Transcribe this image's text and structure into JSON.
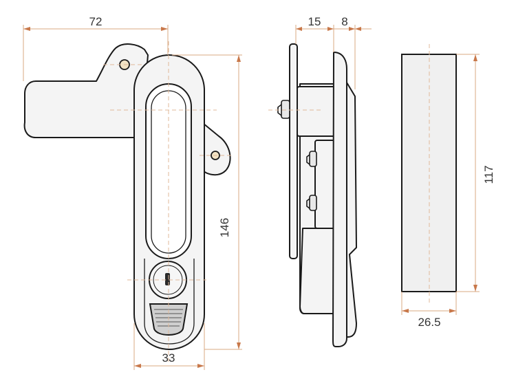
{
  "colors": {
    "outline": "#1a1a1a",
    "dimension_line": "#d9a882",
    "arrowhead": "#c8784a",
    "label_text": "#333333",
    "background": "#ffffff",
    "part_fill": "#f4f4f4"
  },
  "dimensions": {
    "handle_length": "72",
    "total_height": "146",
    "handle_width": "33",
    "plate_depth": "15",
    "handle_depth": "8",
    "cutout_height": "117",
    "cutout_width": "26.5"
  }
}
